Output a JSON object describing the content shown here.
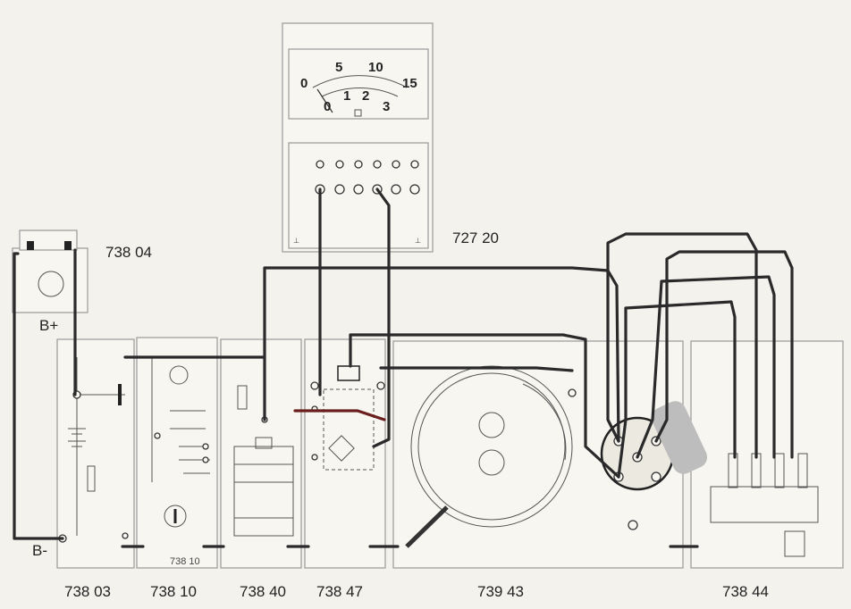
{
  "labels": {
    "battery": "738 04",
    "meter": "727 20",
    "b_plus": "B+",
    "b_minus": "B-",
    "panel_1": "738 03",
    "panel_2": "738 10",
    "panel_2_inner": "738 10",
    "panel_3": "738 40",
    "panel_4": "738 47",
    "panel_5": "739 43",
    "panel_6": "738 44"
  },
  "meter_scale": {
    "upper": [
      "0",
      "5",
      "10",
      "15"
    ],
    "lower": [
      "0",
      "1",
      "2",
      "3"
    ]
  }
}
